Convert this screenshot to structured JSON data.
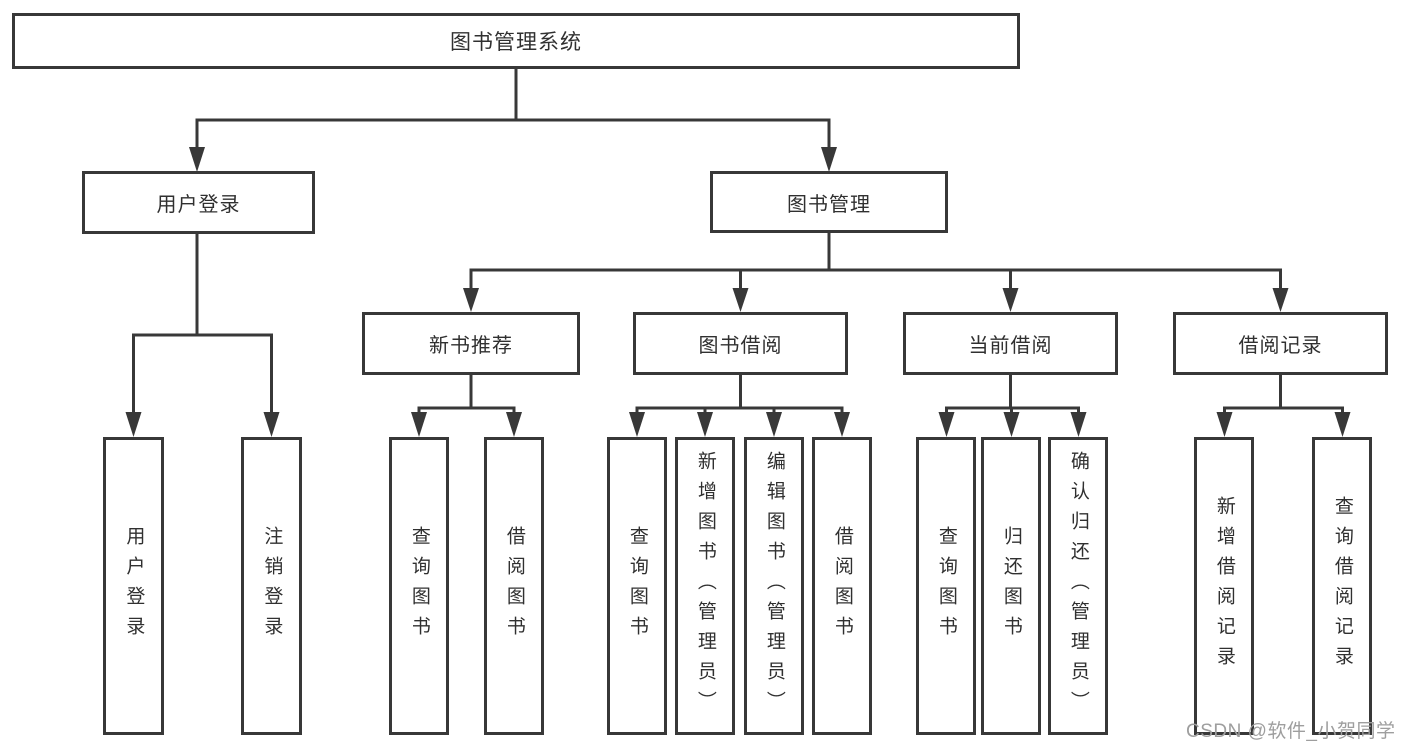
{
  "tree": {
    "root": {
      "label": "图书管理系统",
      "children": [
        {
          "label": "用户登录",
          "children": [
            {
              "label": "用户登录"
            },
            {
              "label": "注销登录"
            }
          ]
        },
        {
          "label": "图书管理",
          "children": [
            {
              "label": "新书推荐",
              "children": [
                {
                  "label": "查询图书"
                },
                {
                  "label": "借阅图书"
                }
              ]
            },
            {
              "label": "图书借阅",
              "children": [
                {
                  "label": "查询图书"
                },
                {
                  "label": "新增图书（管理员）"
                },
                {
                  "label": "编辑图书（管理员）"
                },
                {
                  "label": "借阅图书"
                }
              ]
            },
            {
              "label": "当前借阅",
              "children": [
                {
                  "label": "查询图书"
                },
                {
                  "label": "归还图书"
                },
                {
                  "label": "确认归还（管理员）"
                }
              ]
            },
            {
              "label": "借阅记录",
              "children": [
                {
                  "label": "新增借阅记录"
                },
                {
                  "label": "查询借阅记录"
                }
              ]
            }
          ]
        }
      ]
    }
  },
  "watermark": {
    "text": "CSDN @软件_小贺同学"
  },
  "colors": {
    "line": "#383838",
    "text": "#303030",
    "box_bg": "#ffffff",
    "page_bg": "#ffffff",
    "watermark": "#9e9e9e"
  }
}
